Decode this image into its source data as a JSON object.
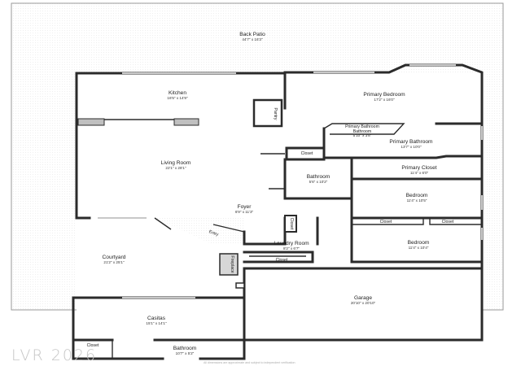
{
  "rooms": {
    "back_patio": {
      "name": "Back Patio",
      "dims": "44'7\" x 16'3\""
    },
    "kitchen": {
      "name": "Kitchen",
      "dims": "16'5\" x 14'9\""
    },
    "pantry": {
      "name": "Pantry"
    },
    "primary_bedroom": {
      "name": "Primary Bedroom",
      "dims": "17'2\" x 16'0\""
    },
    "primary_bathroom_upper": {
      "name": "Primary Bathroom",
      "dims": "5'10\" x 3'8\""
    },
    "primary_bathroom": {
      "name": "Primary Bathroom",
      "dims": "13'7\" x 10'0\""
    },
    "closet_center": {
      "name": "Closet"
    },
    "primary_closet": {
      "name": "Primary Closet",
      "dims": "11'4\" x 6'0\""
    },
    "living_room": {
      "name": "Living Room",
      "dims": "22'1\" x 28'1\""
    },
    "bathroom_center": {
      "name": "Bathroom",
      "dims": "5'6\" x 10'2\""
    },
    "bedroom_upper": {
      "name": "Bedroom",
      "dims": "11'4\" x 10'5\""
    },
    "closet_bedroom_left": {
      "name": "Closet"
    },
    "closet_bedroom_right": {
      "name": "Closet"
    },
    "foyer": {
      "name": "Foyer",
      "dims": "6'9\" x 11'3\""
    },
    "closet_foyer": {
      "name": "Closet"
    },
    "entry": {
      "name": "Entry"
    },
    "laundry_room": {
      "name": "Laundry Room",
      "dims": "8'2\" x 6'7\""
    },
    "bedroom_lower": {
      "name": "Bedroom",
      "dims": "11'4\" x 10'4\""
    },
    "courtyard": {
      "name": "Courtyard",
      "dims": "21'2\" x 25'1\""
    },
    "fireplace": {
      "name": "Fireplace"
    },
    "closet_laundry": {
      "name": "Closet"
    },
    "garage": {
      "name": "Garage",
      "dims": "20'10\" x 20'10\""
    },
    "casitas": {
      "name": "Casitas",
      "dims": "15'1\" x 14'1\""
    },
    "closet_casitas": {
      "name": "Closet"
    },
    "bathroom_casitas": {
      "name": "Bathroom",
      "dims": "10'7\" x 5'2\""
    }
  },
  "watermark": "LVR 2026",
  "disclaimer": "All dimensions are approximate and subject to independent verification"
}
